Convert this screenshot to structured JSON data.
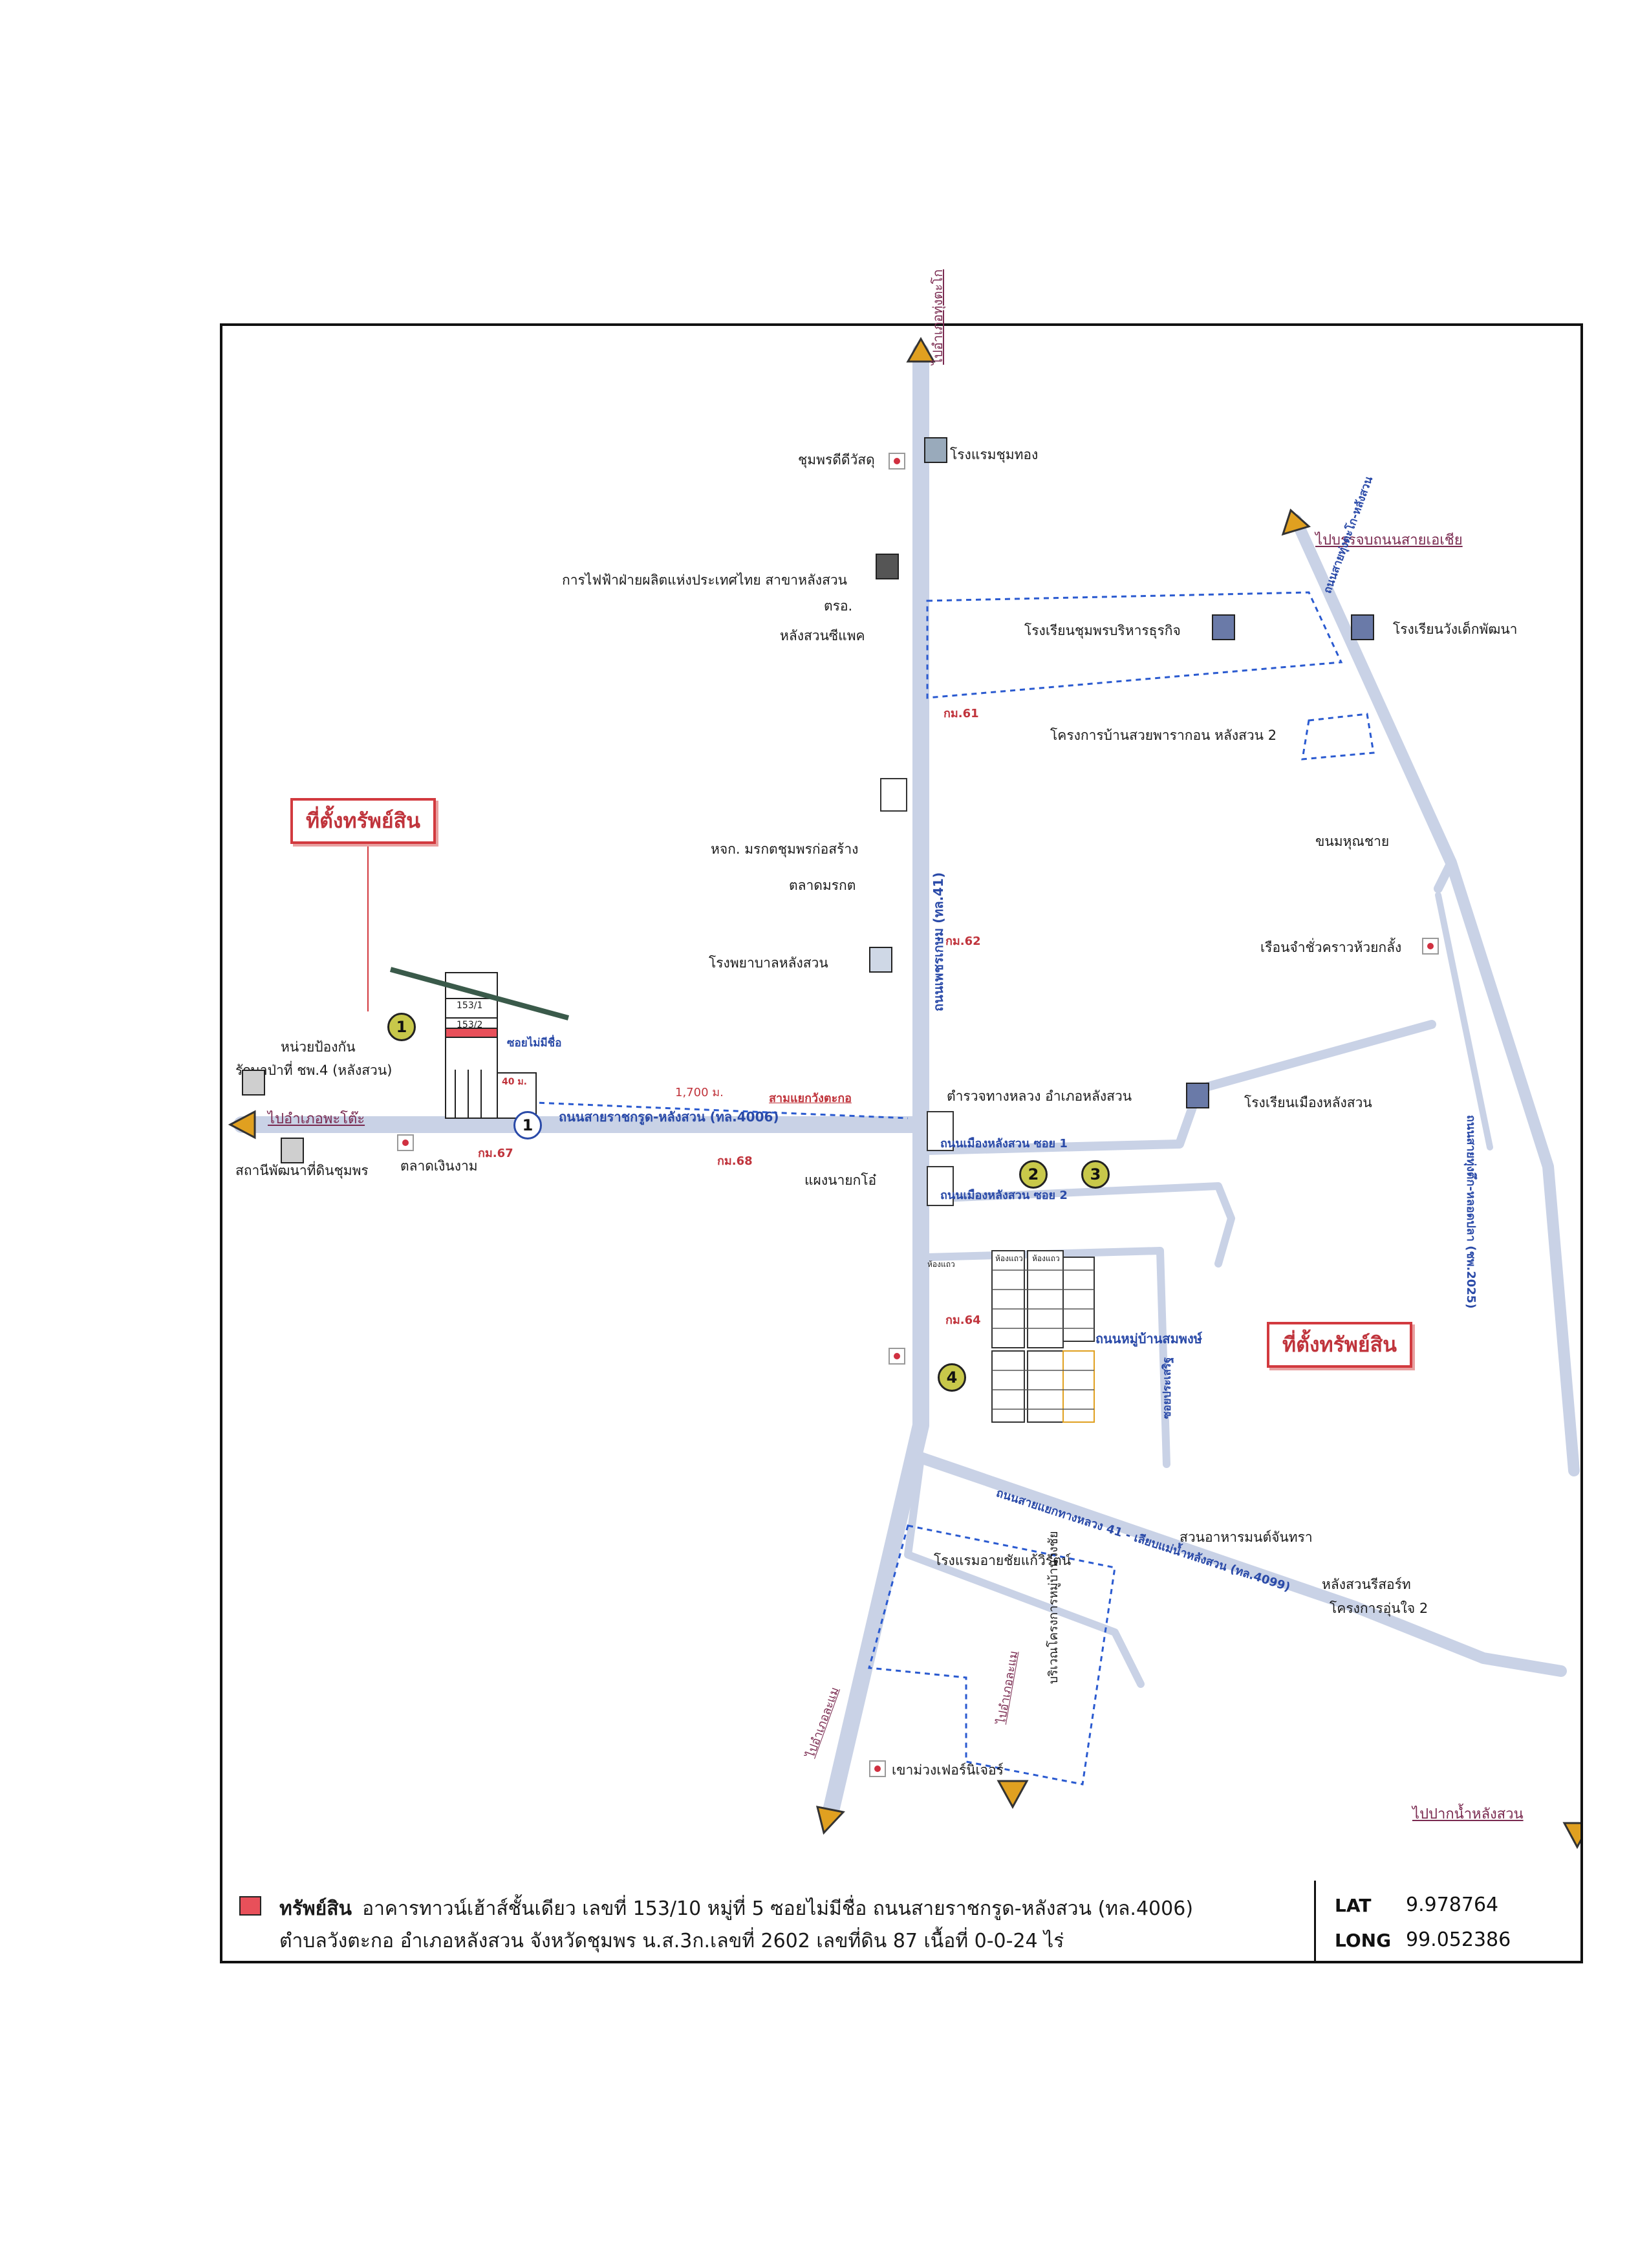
{
  "direction_labels": {
    "north": "ไปอำเภอทุ่งตะโก",
    "northeast": "ไปบรรจบถนนสายเอเชีย",
    "west": "ไปอำเภอพะโต๊ะ",
    "southwest": "ไปอำเภอละแม",
    "south": "ไปอำเภอละแม",
    "southeast": "ไปปากน้ำหลังสวน"
  },
  "roads": {
    "hwy41": "ถนนเพชรเกษม (ทล.41)",
    "hwy4006": "ถนนสายราชกรูด-หลังสวน (ทล.4006)",
    "hwy4099": "ถนนสายแยกทางหลวง 41 - เลียบแม่น้ำหลังสวน (ทล.4099)",
    "cp2025_north": "ถนนสายทุ่งตะโก-หลังสวน",
    "cp2025_east": "ถนนสายทุ่งตึก-หลอดปลา (ชพ.2025)",
    "soi1": "ถนนเมืองหลังสวน ซอย 1",
    "soi2": "ถนนเมืองหลังสวน ซอย 2",
    "mooban": "ถนนหมู่บ้านสมพงษ์",
    "soi_prasert": "ซอยประเสริฐ",
    "soi_maimichue": "ซอยไม่มีชื่อ"
  },
  "places": {
    "chumphon_dilok": "ชุมพรดีดีวัสดุ",
    "hotel_chumthong": "โรงแรมชุมทอง",
    "egat": "การไฟฟ้าฝ่ายผลิตแห่งประเทศไทย สาขาหลังสวน",
    "tor_sor": "ตรอ.",
    "langsuan_seapack": "หลังสวนซีแพค",
    "school_business": "โรงเรียนชุมพรบริหารธุรกิจ",
    "school_wangdek": "โรงเรียนวังเด็กพัฒนา",
    "housing_project": "โครงการบ้านสวยพารากอน หลังสวน 2",
    "km61": "กม.61",
    "khanom_hunsai": "ขนมหุณชาย",
    "chumphon_korsang": "หจก. มรกตชุมพรก่อสร้าง",
    "morakot_market": "ตลาดมรกต",
    "km62": "กม.62",
    "hospital": "โรงพยาบาลหลังสวน",
    "prison": "เรือนจำชั่วคราวห้วยกลั้ง",
    "forest_unit_1": "หน่วยป้องกัน",
    "forest_unit_2": "รักษาป่าที่ ชพ.4 (หลังสวน)",
    "land_dev": "สถานีพัฒนาที่ดินชุมพร",
    "market_ngoen": "ตลาดเงินงาม",
    "km67": "กม.67",
    "km68": "กม.68",
    "police": "ตำรวจทางหลวง อำเภอหลังสวน",
    "intersection": "สามแยกวังตะกอ",
    "school_langsuan": "โรงเรียนเมืองหลังสวน",
    "kaeng_nai_yok": "แผงนายกโอ๋",
    "km64": "กม.64",
    "restaurant": "สวนอาหารมนต์จันทรา",
    "hotel_chai": "โรงแรมอายชัยแก้วิรัตน์",
    "resort": "หลังสวนรีสอร์ท",
    "project_unjai": "โครงการอุ่นใจ 2",
    "furniture": "เขาม่วงเฟอร์นิเจอร์",
    "mooban_area": "บริเวณโครงการหมู่บ้านวงชัย",
    "distance": "1,700 ม.",
    "distance_small": "40 ม.",
    "plot_a": "153/1",
    "plot_b": "153/2",
    "blk_a": "ห้องแถว",
    "blk_b": "ห้องแถว",
    "blk_c": "ห้องแถว"
  },
  "callouts": {
    "property_site_1": "ที่ตั้งทรัพย์สิน",
    "property_site_2": "ที่ตั้งทรัพย์สิน"
  },
  "markers": [
    "1",
    "1",
    "2",
    "3",
    "4"
  ],
  "legend": {
    "label": "ทรัพย์สิน",
    "line1": "อาคารทาวน์เฮ้าส์ชั้นเดียว เลขที่ 153/10 หมู่ที่ 5 ซอยไม่มีชื่อ ถนนสายราชกรูด-หลังสวน (ทล.4006)",
    "line2": "ตำบลวังตะกอ อำเภอหลังสวน จังหวัดชุมพร น.ส.3ก.เลขที่ 2602 เลขที่ดิน 87 เนื้อที่ 0-0-24 ไร่",
    "lat_label": "LAT",
    "lat_value": "9.978764",
    "long_label": "LONG",
    "long_value": "99.052386",
    "swatch_color": "#e8505a"
  },
  "colors": {
    "road": "#c9d2e6",
    "road_edge": "#9aa8c8",
    "accent_red": "#d23a3f",
    "boundary_blue": "#2a5ad0"
  }
}
